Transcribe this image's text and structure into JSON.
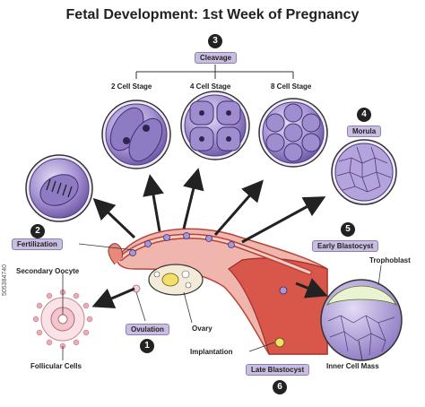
{
  "title": "Fetal Development: 1st Week of Pregnancy",
  "stages": {
    "s1": {
      "num": "1",
      "label": "Ovulation"
    },
    "s2": {
      "num": "2",
      "label": "Fertilization"
    },
    "s3": {
      "num": "3",
      "label": "Cleavage"
    },
    "s4": {
      "num": "4",
      "label": "Morula"
    },
    "s5": {
      "num": "5",
      "label": "Early Blastocyst"
    },
    "s6": {
      "num": "6",
      "label": "Late Blastocyst"
    }
  },
  "cleavage_stages": [
    "2 Cell Stage",
    "4 Cell Stage",
    "8 Cell Stage"
  ],
  "labels": {
    "secondary_oocyte": "Secondary Oocyte",
    "follicular_cells": "Follicular Cells",
    "ovary": "Ovary",
    "implantation": "Implantation",
    "trophoblast": "Trophoblast",
    "inner_cell_mass": "Inner Cell Mass"
  },
  "watermark_id": "505384740",
  "colors": {
    "cell_fill": "#9b87c9",
    "cell_dark": "#5a4390",
    "cell_light": "#d8cdee",
    "pill_fill": "#c9bde0",
    "tissue_red": "#d9574a",
    "tissue_pink": "#f0b6ae",
    "arrow": "#222222"
  }
}
